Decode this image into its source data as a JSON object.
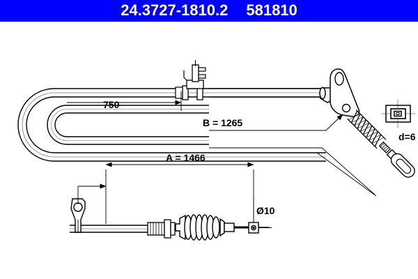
{
  "header": {
    "part_number": "24.3727-1810.2",
    "reference_number": "581810",
    "background_color": "#0000ff",
    "text_color": "#ffffff"
  },
  "drawing": {
    "kind": "technical-line-drawing",
    "subject": "handbrake-cable",
    "line_color": "#000000",
    "fill_color": "#ffffff",
    "labels": {
      "length_750": "750",
      "length_b": "B = 1265",
      "length_a": "A = 1466",
      "diameter_10": "Ø10",
      "diameter_d": "d=6"
    },
    "components": [
      {
        "name": "cable-loop",
        "description": "U-shaped sheathed cable bend on left"
      },
      {
        "name": "mounting-bracket",
        "description": "bracket with hole on lower cable run"
      },
      {
        "name": "cable-retainer-clip",
        "description": "clip on upper cable run"
      },
      {
        "name": "lever-bracket",
        "description": "triangular lever with two holes at right"
      },
      {
        "name": "coil-spring",
        "description": "helical spring on angled end"
      },
      {
        "name": "rod-end",
        "description": "threaded rod end fitting"
      },
      {
        "name": "rubber-boot",
        "description": "accordion bellows on lower cable"
      },
      {
        "name": "nipple-fitting",
        "description": "cable end nipple, diameter 10"
      },
      {
        "name": "clip-detail",
        "description": "enlarged clip cross-section detail box"
      }
    ]
  }
}
